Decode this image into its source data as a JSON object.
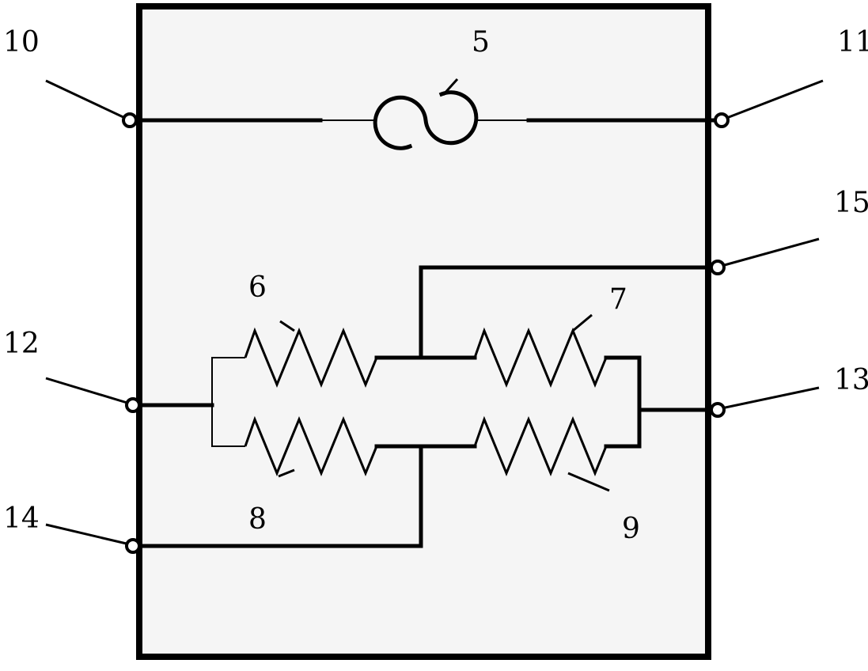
{
  "labels": {
    "fuse": "5",
    "resistor_top_left": "6",
    "resistor_top_right": "7",
    "resistor_bottom_left": "8",
    "resistor_bottom_right": "9",
    "terminal_top_left": "10",
    "terminal_top_right": "11",
    "terminal_mid_left": "12",
    "terminal_mid_right": "13",
    "terminal_bottom_left": "14",
    "terminal_upper_right": "15"
  },
  "colors": {
    "background": "#ffffff",
    "box_fill": "#f5f5f5",
    "line": "#000000"
  }
}
